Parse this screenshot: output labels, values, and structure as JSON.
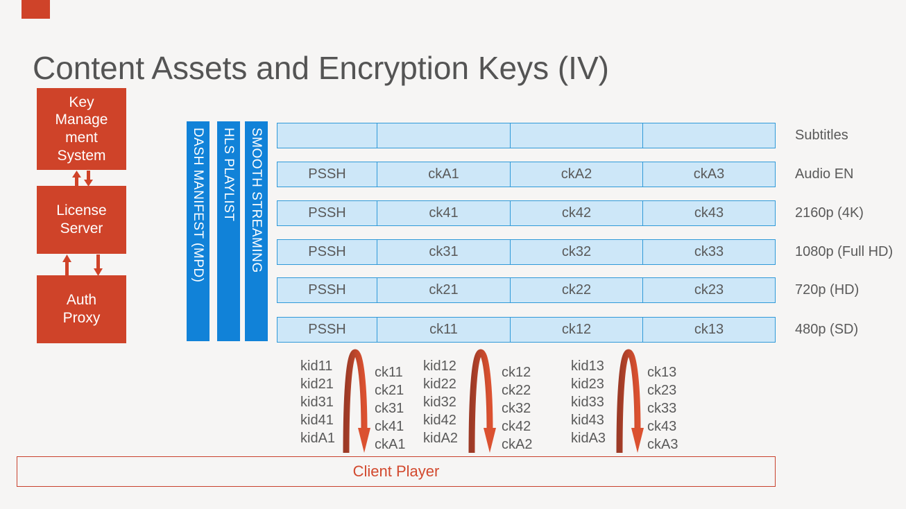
{
  "title": "Content Assets and Encryption Keys (IV)",
  "colors": {
    "background": "#f6f5f4",
    "red": "#cf4329",
    "red_bright": "#db5130",
    "red_dark": "#9c3a26",
    "blue_bar": "#1182d8",
    "cell_fill": "#cde7f8",
    "cell_border": "#2f99d8",
    "text_gray": "#595959",
    "title_gray": "#545454",
    "client_text": "#d2492e"
  },
  "key_chain": {
    "boxes": [
      {
        "id": "key-management-system",
        "label": "Key\nManage\nment\nSystem"
      },
      {
        "id": "license-server",
        "label": "License\nServer"
      },
      {
        "id": "auth-proxy",
        "label": "Auth\nProxy"
      }
    ]
  },
  "manifests": [
    "DASH MANIFEST (MPD)",
    "HLS PLAYLIST",
    "SMOOTH STREAMING"
  ],
  "asset_rows": [
    {
      "cells": [
        "",
        "",
        "",
        ""
      ],
      "label": "Subtitles"
    },
    {
      "cells": [
        "PSSH",
        "ckA1",
        "ckA2",
        "ckA3"
      ],
      "label": "Audio EN"
    },
    {
      "cells": [
        "PSSH",
        "ck41",
        "ck42",
        "ck43"
      ],
      "label": "2160p (4K)"
    },
    {
      "cells": [
        "PSSH",
        "ck31",
        "ck32",
        "ck33"
      ],
      "label": "1080p (Full HD)"
    },
    {
      "cells": [
        "PSSH",
        "ck21",
        "ck22",
        "ck23"
      ],
      "label": "720p (HD)"
    },
    {
      "cells": [
        "PSSH",
        "ck11",
        "ck12",
        "ck13"
      ],
      "label": "480p (SD)"
    }
  ],
  "key_mappings": [
    {
      "kids": [
        "kid11",
        "kid21",
        "kid31",
        "kid41",
        "kidA1"
      ],
      "cks": [
        "ck11",
        "ck21",
        "ck31",
        "ck41",
        "ckA1"
      ]
    },
    {
      "kids": [
        "kid12",
        "kid22",
        "kid32",
        "kid42",
        "kidA2"
      ],
      "cks": [
        "ck12",
        "ck22",
        "ck32",
        "ck42",
        "ckA2"
      ]
    },
    {
      "kids": [
        "kid13",
        "kid23",
        "kid33",
        "kid43",
        "kidA3"
      ],
      "cks": [
        "ck13",
        "ck23",
        "ck33",
        "ck43",
        "ckA3"
      ]
    }
  ],
  "client_player": {
    "label": "Client Player"
  }
}
